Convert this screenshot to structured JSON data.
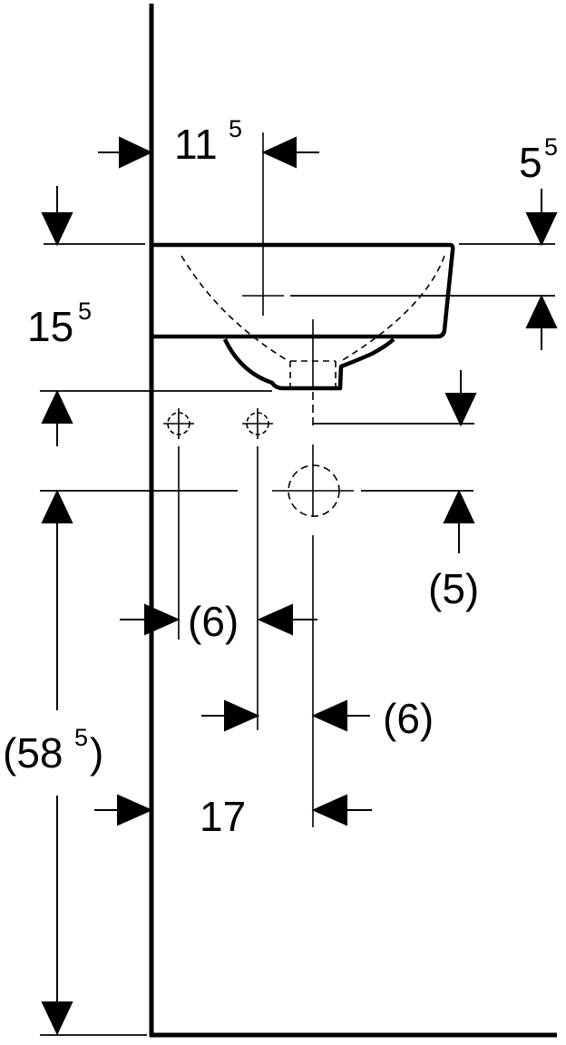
{
  "dimensions": {
    "offset_top_left": {
      "main": "11",
      "sup": "5"
    },
    "offset_top_right": {
      "main": "5",
      "sup": "5"
    },
    "basin_height": {
      "main": "15",
      "sup": "5"
    },
    "waste_height": "(5)",
    "valve_spacing_left": "(6)",
    "valve_spacing_right": "(6)",
    "drain_offset": "17",
    "floor_height": {
      "main": "(58",
      "sup": "5",
      "close": ")"
    }
  }
}
